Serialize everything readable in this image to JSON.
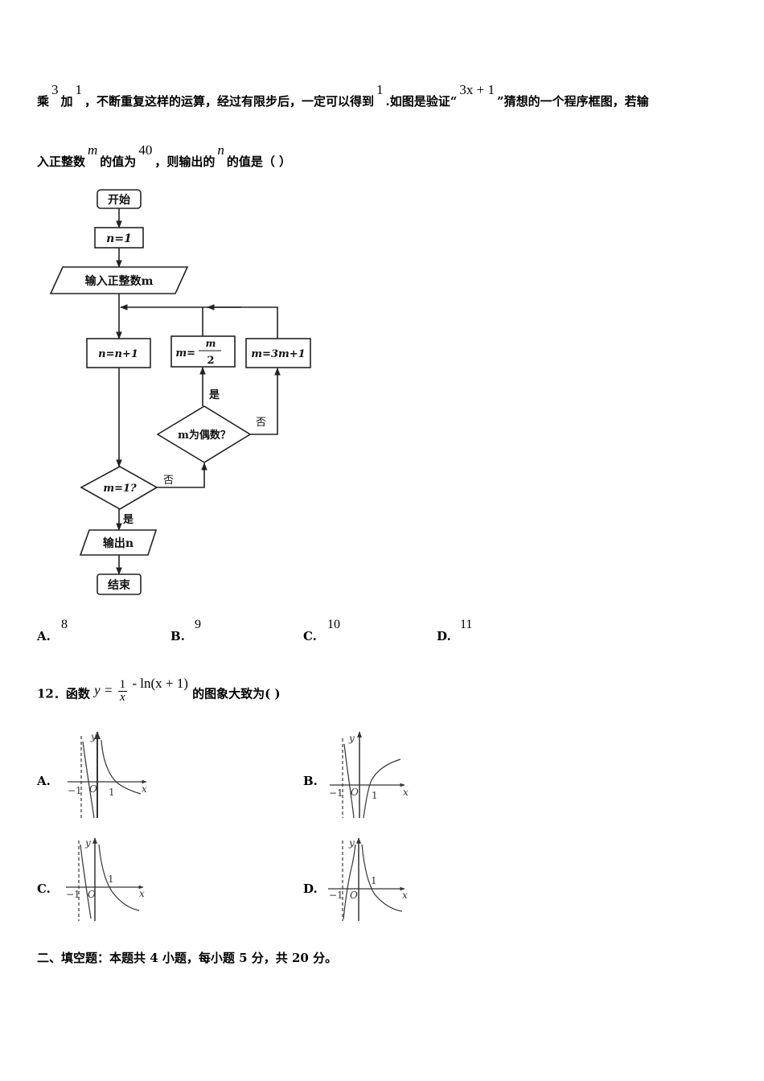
{
  "question11": {
    "line1": {
      "t1": "乘",
      "m1": "3",
      "t2": "加",
      "m2": "1",
      "t3": "，不断重复这样的运算，经过有限步后，一定可以得到",
      "m3": "1",
      "t4": ".如图是验证“",
      "m4": "3x + 1",
      "t5": "”猜想的一个程序框图，若输"
    },
    "line2": {
      "t1": "入正整数",
      "m1": "m",
      "t2": "的值为",
      "m2": "40",
      "t3": "，则输出的",
      "m3": "n",
      "t4": "的值是（    ）"
    },
    "flowchart": {
      "start": "开始",
      "init": "n=1",
      "input": "输入正整数m",
      "inc": "n=n+1",
      "half_lhs": "m=",
      "half_num": "m",
      "half_den": "2",
      "triple": "m=3m+1",
      "even_check": "m为偶数？",
      "yes_even": "是",
      "no_even": "否",
      "one_check": "m=1?",
      "no_one": "否",
      "yes_one": "是",
      "output": "输出n",
      "end": "结束"
    },
    "options": [
      {
        "label": "A.",
        "value": "8"
      },
      {
        "label": "B.",
        "value": "9"
      },
      {
        "label": "C.",
        "value": "10"
      },
      {
        "label": "D.",
        "value": "11"
      }
    ]
  },
  "question12": {
    "number": "12．函数",
    "fn_lhs": "y =",
    "fn_num": "1",
    "fn_den": "x",
    "fn_rest": "- ln(x + 1)",
    "suffix": "的图象大致为(    )",
    "graphs": [
      {
        "label": "A.",
        "neg_one": "−1",
        "origin": "O",
        "one": "1",
        "x_axis": "x",
        "y_axis": "y"
      },
      {
        "label": "B.",
        "neg_one": "−1",
        "origin": "O",
        "one": "1",
        "x_axis": "x",
        "y_axis": "y"
      },
      {
        "label": "C.",
        "neg_one": "−1",
        "origin": "O",
        "one": "1",
        "x_axis": "x",
        "y_axis": "y"
      },
      {
        "label": "D.",
        "neg_one": "−1",
        "origin": "O",
        "one": "1",
        "x_axis": "x",
        "y_axis": "y"
      }
    ]
  },
  "section2": {
    "heading": "二、填空题：本题共 4 小题，每小题 5 分，共 20 分。"
  }
}
